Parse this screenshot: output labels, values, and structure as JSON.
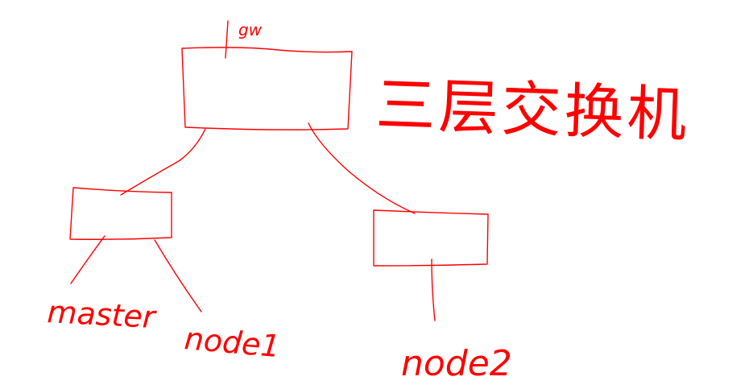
{
  "colors": {
    "ink": "#ff0000",
    "background": "#ffffff"
  },
  "labels": {
    "top_device": "gw",
    "switch_note": "三层交换机",
    "left_leaf_a": "master",
    "left_leaf_b": "node1",
    "right_leaf": "node2"
  }
}
